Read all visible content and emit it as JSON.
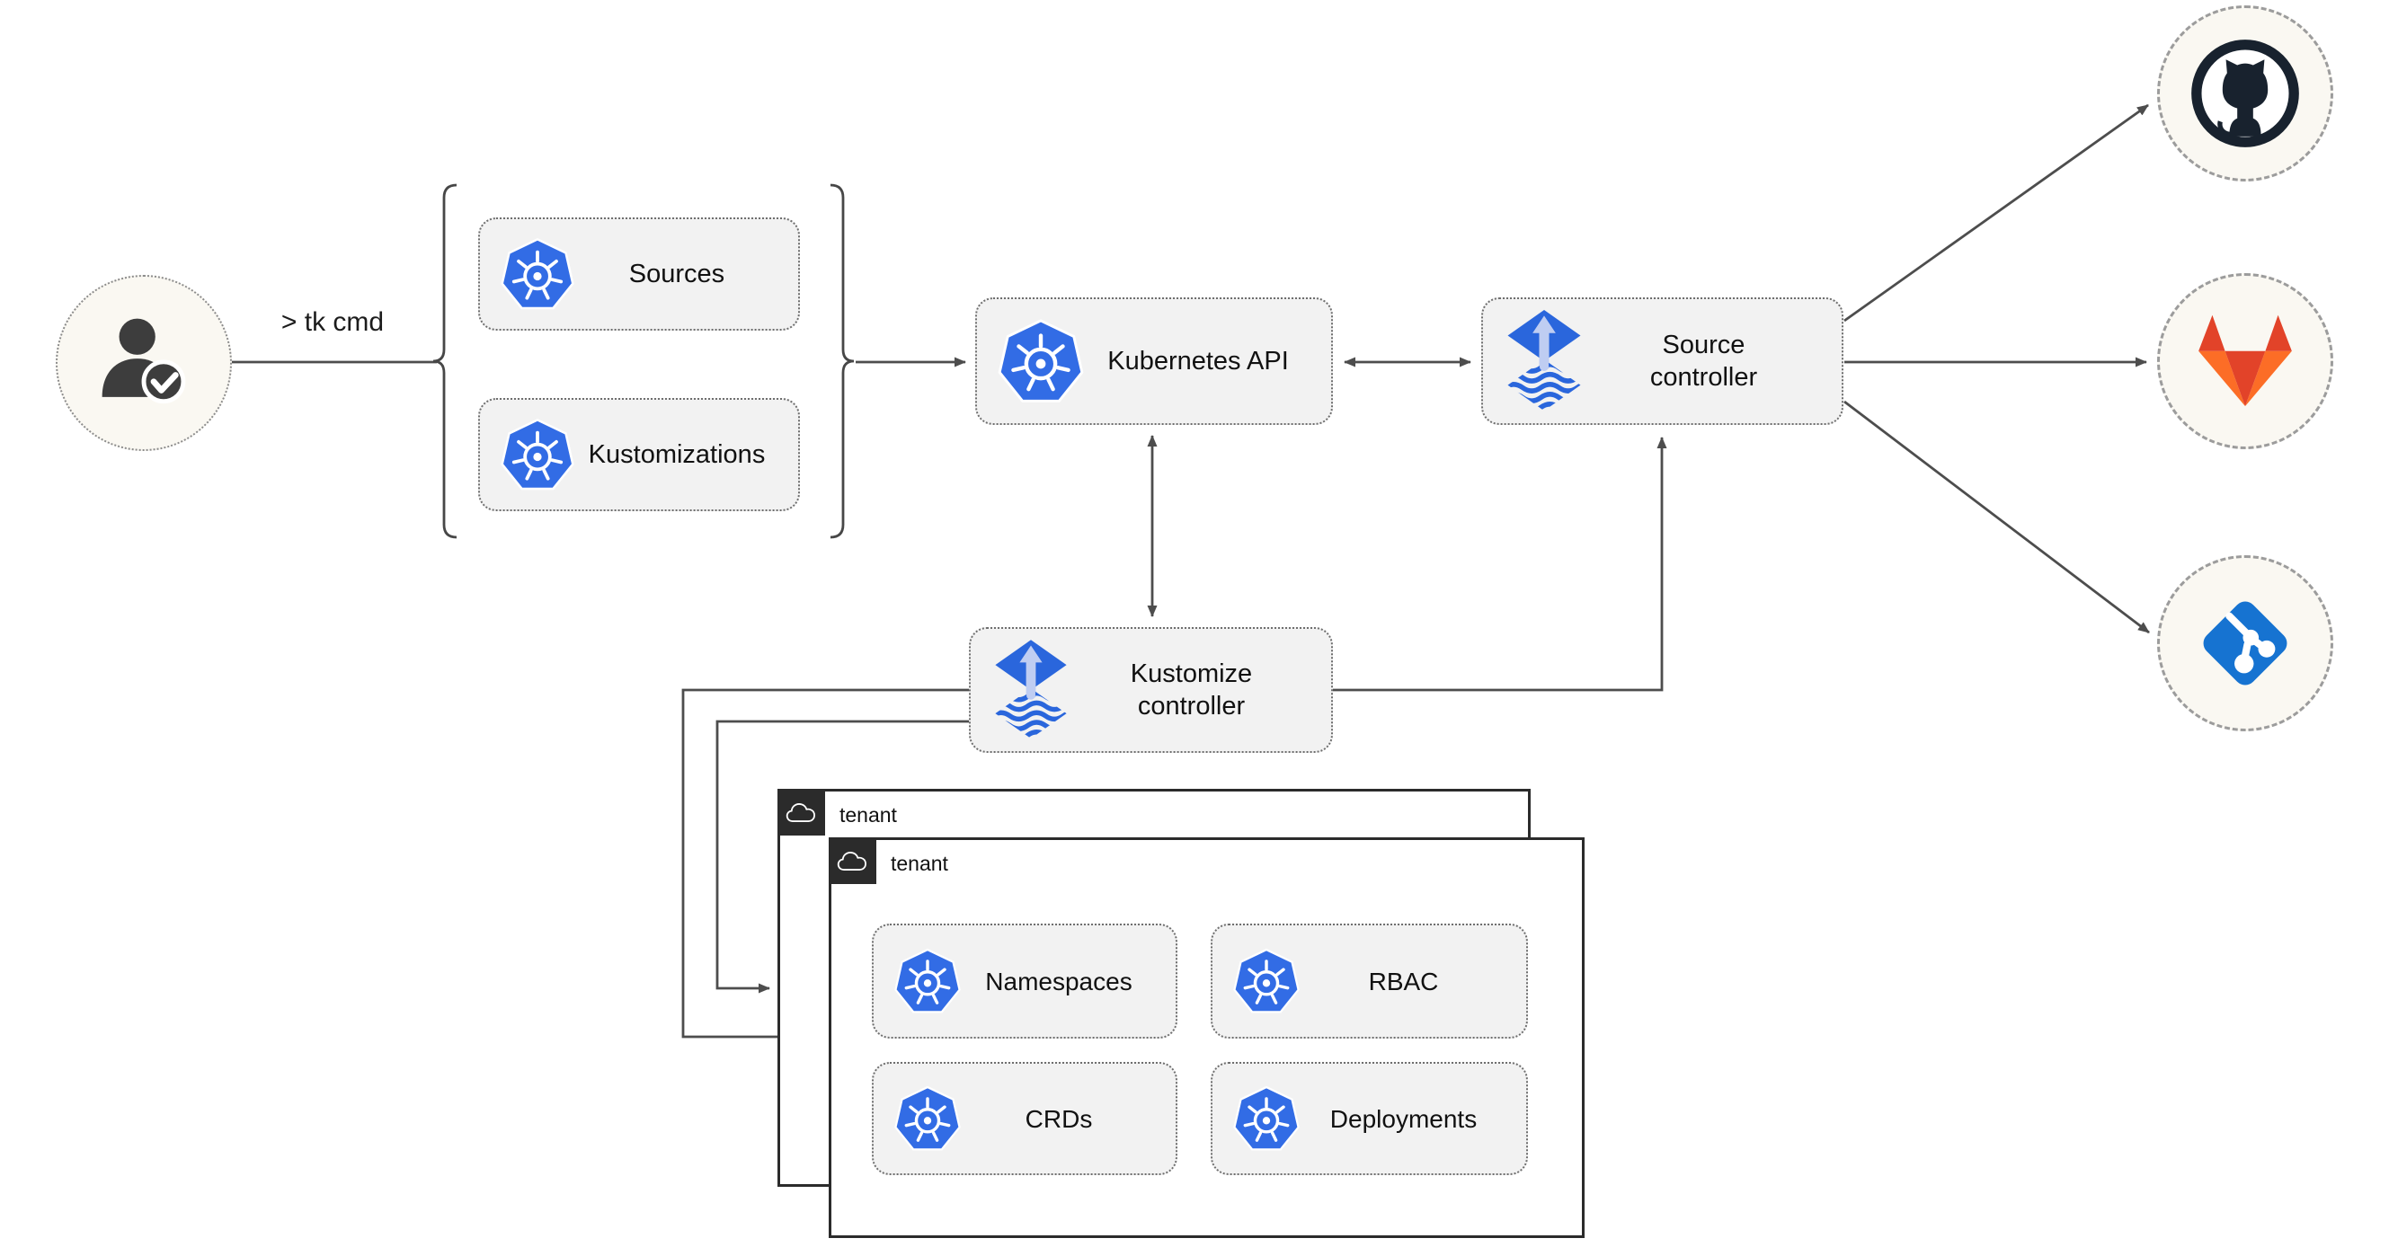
{
  "colors": {
    "k8s-blue": "#326ce5",
    "flux-blue": "#2a66dc",
    "flux-arrow-light": "#bfcdf2",
    "git-blue": "#1673d1",
    "github-dark": "#18222e",
    "gitlab-red": "#e24329",
    "gitlab-orange": "#fc6d26",
    "arrow-gray": "#4d4d4d",
    "node-fill": "#f2f2f2",
    "node-border": "#6e6e6e",
    "circle-fill": "#faf8f2",
    "tab-dark": "#2b2b2b",
    "person-dark": "#3d3d3d"
  },
  "user": {
    "icon": "user-check",
    "command_label": "> tk cmd"
  },
  "cli_group": {
    "items": [
      {
        "icon": "kubernetes",
        "label": "Sources"
      },
      {
        "icon": "kubernetes",
        "label": "Kustomizations"
      }
    ]
  },
  "cluster": {
    "kubernetes_api": {
      "icon": "kubernetes",
      "label": "Kubernetes API"
    },
    "source_controller": {
      "icon": "flux",
      "label": "Source controller"
    },
    "kustomize_controller": {
      "icon": "flux",
      "label": "Kustomize controller"
    }
  },
  "tenants": {
    "back": {
      "icon": "cloud",
      "label": "tenant"
    },
    "front": {
      "icon": "cloud",
      "label": "tenant"
    }
  },
  "tenant_resources": [
    {
      "icon": "kubernetes",
      "label": "Namespaces"
    },
    {
      "icon": "kubernetes",
      "label": "RBAC"
    },
    {
      "icon": "kubernetes",
      "label": "CRDs"
    },
    {
      "icon": "kubernetes",
      "label": "Deployments"
    }
  ],
  "repositories": [
    {
      "icon": "github"
    },
    {
      "icon": "gitlab"
    },
    {
      "icon": "git"
    }
  ]
}
